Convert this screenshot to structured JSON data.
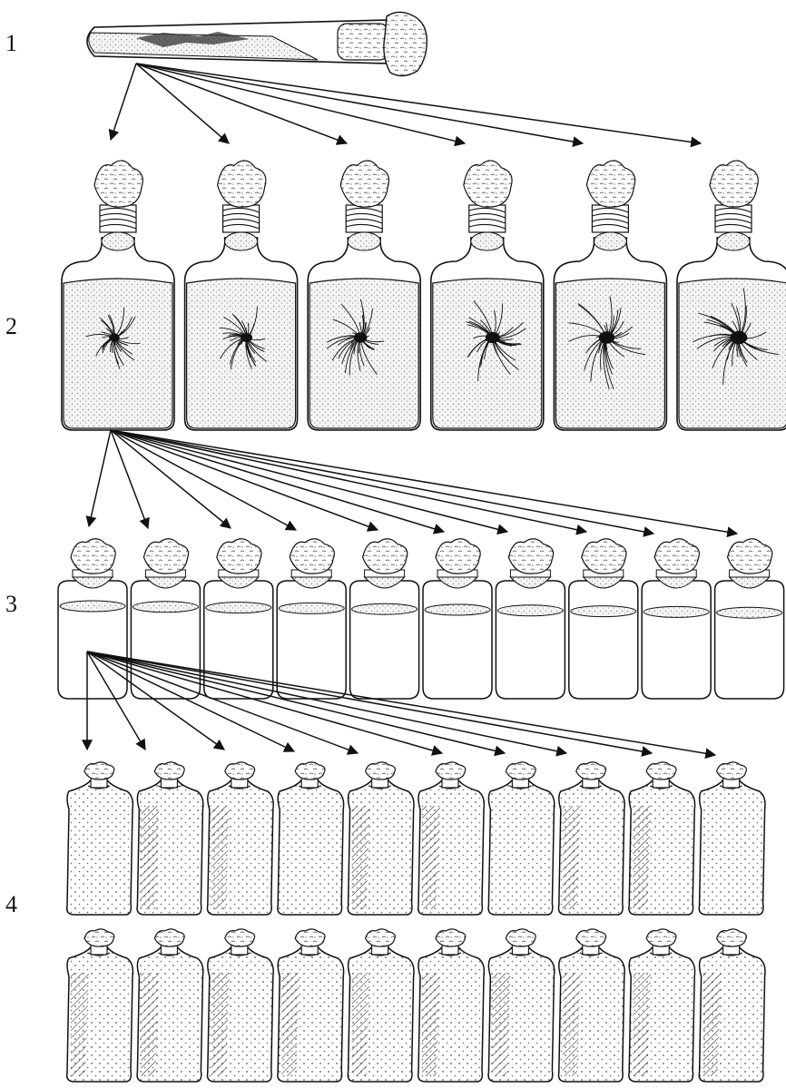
{
  "stages": [
    {
      "label": "1",
      "item": "test-tube",
      "count": 1
    },
    {
      "label": "2",
      "item": "bottle",
      "count": 6
    },
    {
      "label": "3",
      "item": "jar",
      "count": 10
    },
    {
      "label": "4",
      "item": "bag",
      "rows": 2,
      "per_row": 10
    }
  ],
  "arrows": {
    "tube_to_bottles": 6,
    "bottle_to_jars": 10,
    "jar_to_bags": 10
  },
  "colors": {
    "ink": "#111111",
    "paper": "#ffffff",
    "stipple": "#9a9a9a"
  }
}
